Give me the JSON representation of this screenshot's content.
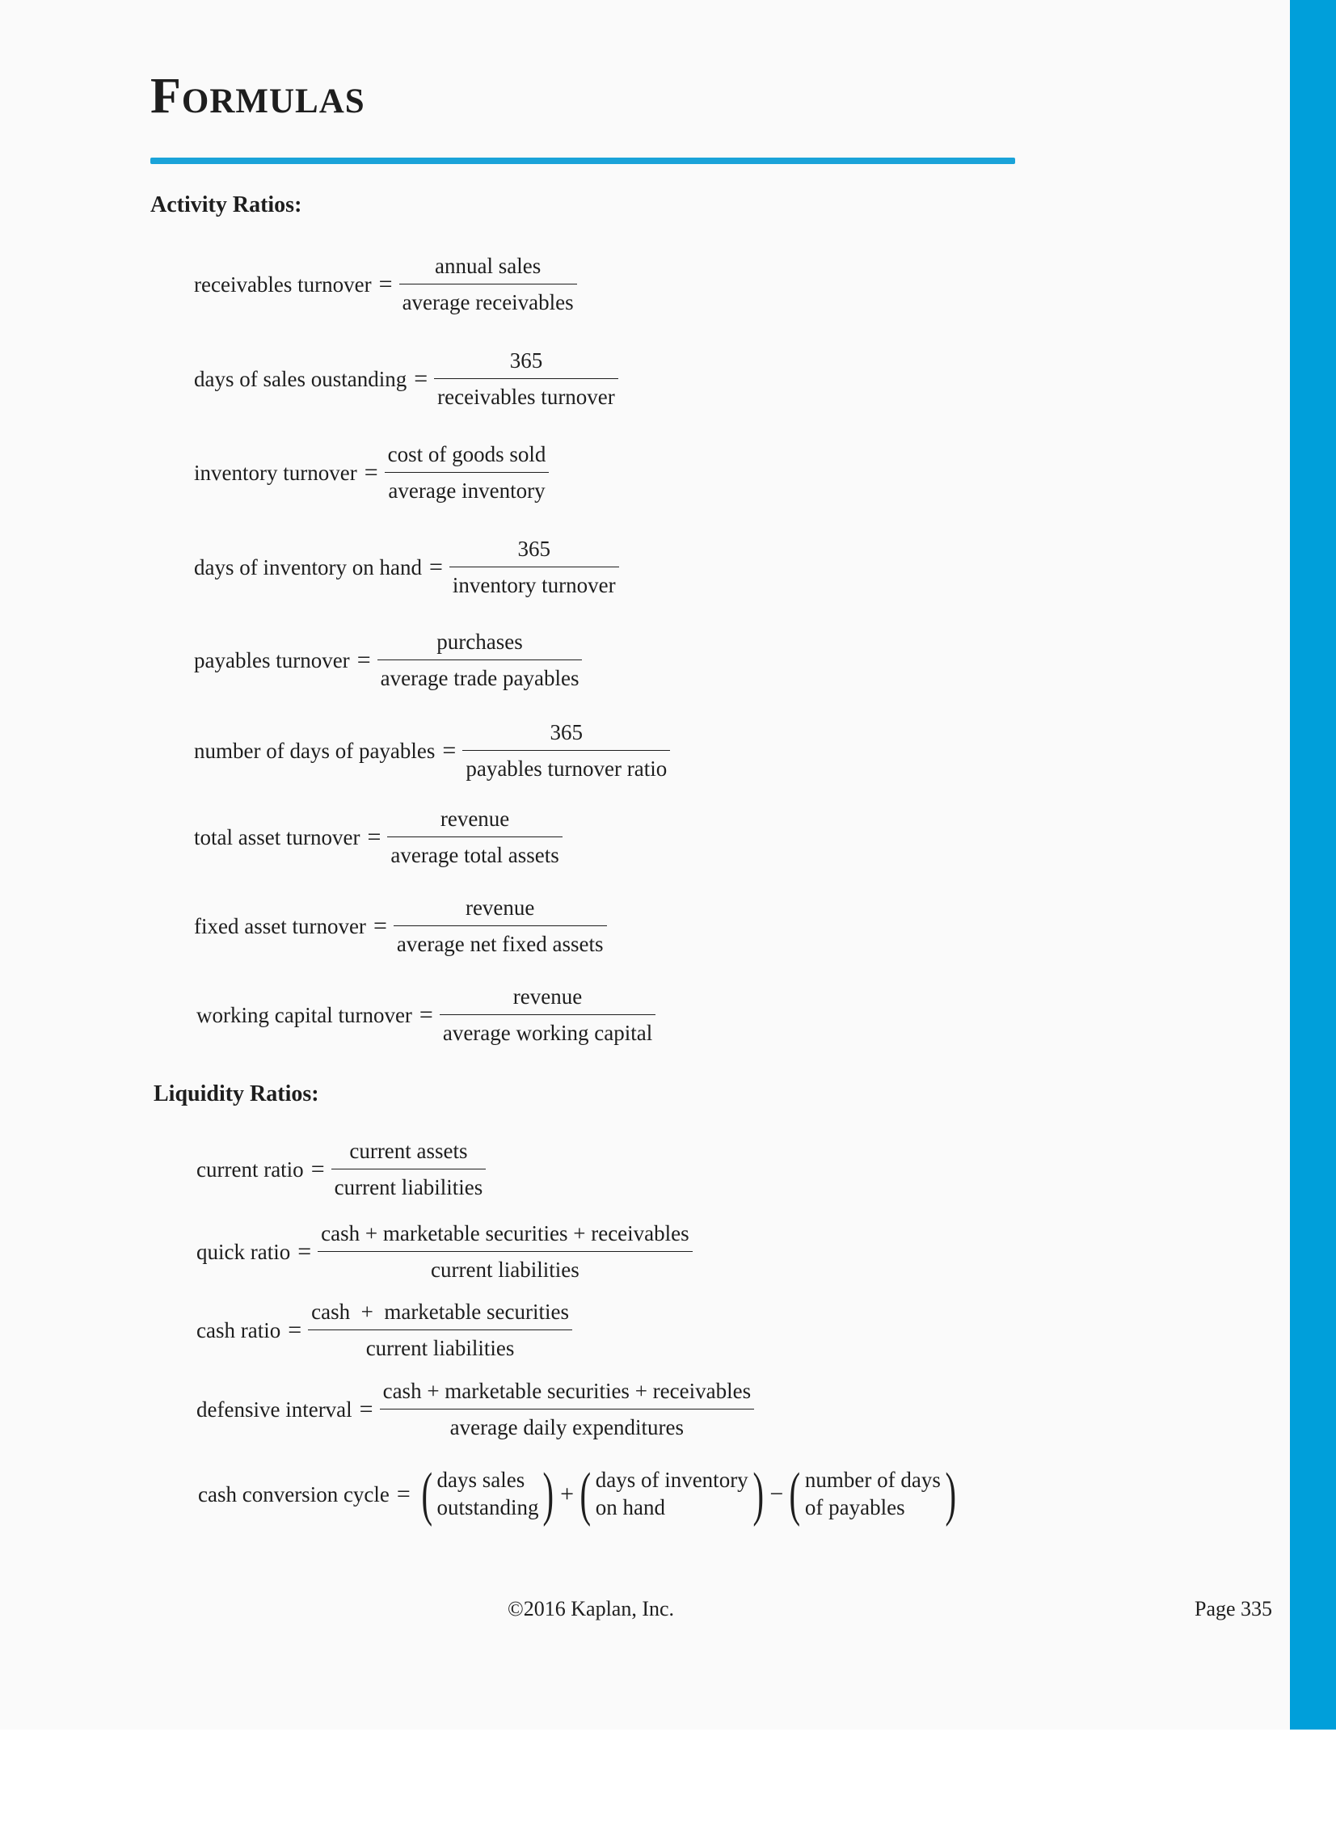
{
  "title": "Formulas",
  "activity": {
    "heading": "Activity Ratios:",
    "formulas": [
      {
        "lhs": "receivables turnover",
        "num": "annual sales",
        "den": "average receivables"
      },
      {
        "lhs": "days of sales oustanding",
        "num": "365",
        "den": "receivables turnover"
      },
      {
        "lhs": "inventory turnover",
        "num": "cost of goods sold",
        "den": "average inventory"
      },
      {
        "lhs": "days of inventory on hand",
        "num": "365",
        "den": "inventory turnover"
      },
      {
        "lhs": "payables turnover",
        "num": "purchases",
        "den": "average trade payables"
      },
      {
        "lhs": "number of days of payables",
        "num": "365",
        "den": "payables turnover ratio"
      },
      {
        "lhs": "total asset turnover",
        "num": "revenue",
        "den": "average total assets"
      },
      {
        "lhs": "fixed asset turnover",
        "num": "revenue",
        "den": "average net fixed assets"
      },
      {
        "lhs": "working capital turnover",
        "num": "revenue",
        "den": "average working capital"
      }
    ]
  },
  "liquidity": {
    "heading": "Liquidity Ratios:",
    "formulas": [
      {
        "lhs": "current ratio",
        "num": "current assets",
        "den": "current liabilities"
      },
      {
        "lhs": "quick ratio",
        "num": "cash + marketable securities + receivables",
        "den": "current liabilities"
      },
      {
        "lhs": "cash ratio",
        "num": "cash  +  marketable securities",
        "den": "current liabilities"
      },
      {
        "lhs": "defensive interval",
        "num": "cash + marketable securities + receivables",
        "den": "average daily expenditures"
      }
    ],
    "ccc": {
      "lhs": "cash conversion cycle",
      "term1": [
        "days sales",
        "outstanding"
      ],
      "op1": "+",
      "term2": [
        "days of inventory",
        "on hand"
      ],
      "op2": "−",
      "term3": [
        "number of days",
        "of payables"
      ]
    }
  },
  "footer": {
    "copyright": "©2016 Kaplan, Inc.",
    "page": "Page 335"
  },
  "colors": {
    "accent": "#009fda",
    "rule": "#1aa3d9"
  }
}
